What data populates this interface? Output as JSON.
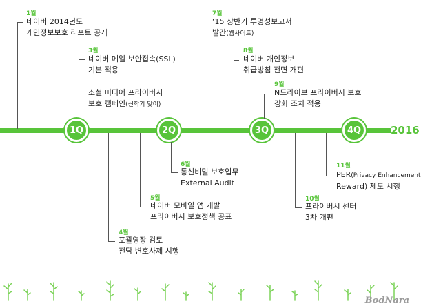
{
  "year": "2016",
  "quarters": [
    "1Q",
    "2Q",
    "3Q",
    "4Q"
  ],
  "events": [
    {
      "month": "1월",
      "line1": "네이버 2014년도",
      "line2": "개인정보보호 리포트 공개"
    },
    {
      "month": "3월",
      "line1": "네이버 메일 보안접속(SSL)",
      "line2": "기본 적용"
    },
    {
      "month": "",
      "line1": "소셜 미디어 프라이버시",
      "line2": "보호 캠페인",
      "line2_small": "(신학기 맞이)"
    },
    {
      "month": "7월",
      "line1": "‘15 상반기 투명성보고서",
      "line2": "발간",
      "line2_small": "(웹사이트)"
    },
    {
      "month": "8월",
      "line1": "네이버 개인정보",
      "line2": "취급방침 전면 개편"
    },
    {
      "month": "9월",
      "line1": "N드라이브 프라이버시 보호",
      "line2": "강화 조치 적용"
    },
    {
      "month": "6월",
      "line1": "통신비밀 보호업무",
      "line2": "External Audit"
    },
    {
      "month": "5월",
      "line1": "네이버 모바일 앱 개발",
      "line2": "프라이버시 보호정책 공표"
    },
    {
      "month": "4월",
      "line1": "포괄영장 검토",
      "line2": "전담 변호사제 시행"
    },
    {
      "month": "11월",
      "line1": "PER",
      "line1_small": "(Privacy Enhancement",
      "line2": "Reward) 제도 시행"
    },
    {
      "month": "10월",
      "line1": "프라이버시 센터",
      "line2": "3차 개편"
    }
  ],
  "logo": "BodNara",
  "colors": {
    "accent": "#58c43a",
    "line": "#555555",
    "text": "#222222"
  }
}
